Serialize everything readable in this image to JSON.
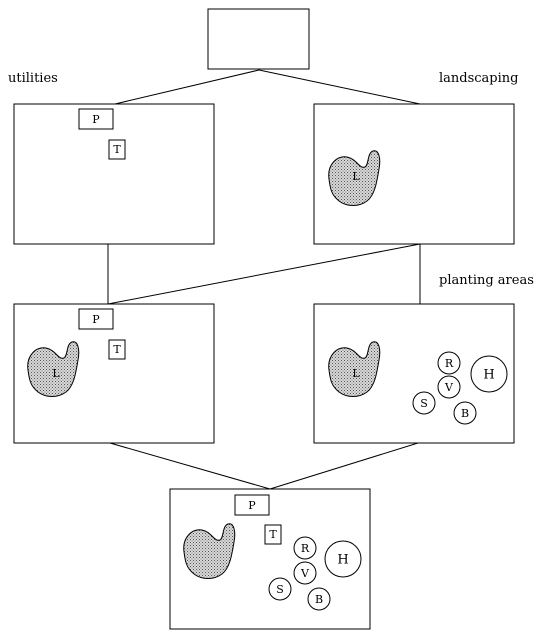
{
  "labels": {
    "utilities": "utilities",
    "landscaping": "landscaping",
    "planting_areas": "planting areas"
  },
  "symbols": {
    "pool": "P",
    "tree": "T",
    "lawn": "L",
    "r": "R",
    "v": "V",
    "s": "S",
    "b": "B",
    "h": "H"
  }
}
